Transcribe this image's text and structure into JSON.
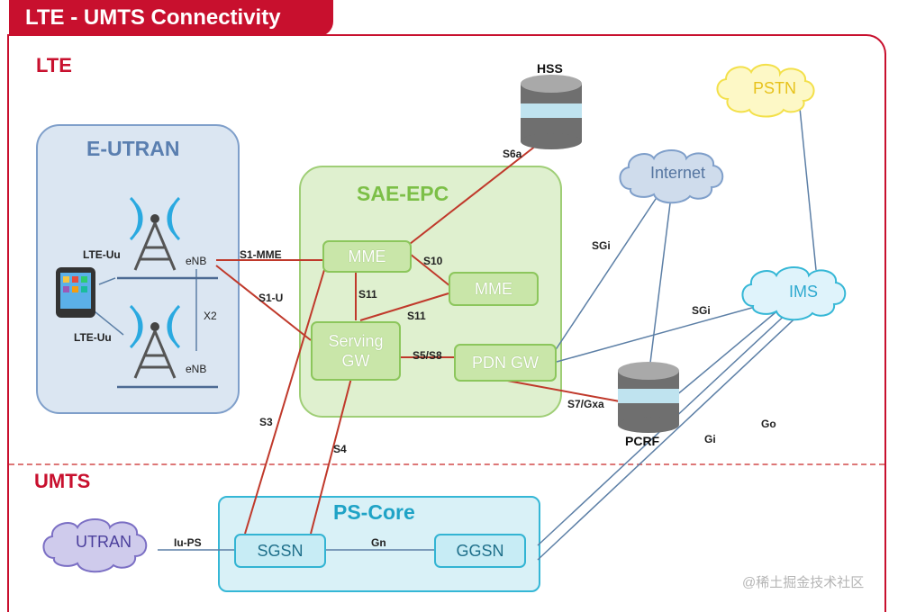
{
  "title": "LTE - UMTS Connectivity",
  "sections": {
    "lte": "LTE",
    "umts": "UMTS"
  },
  "groups": {
    "eutran": "E-UTRAN",
    "epc": "SAE-EPC",
    "pscore": "PS-Core"
  },
  "nodes": {
    "mme1": "MME",
    "mme2": "MME",
    "serving_gw": "Serving\nGW",
    "pdn_gw": "PDN GW",
    "sgsn": "SGSN",
    "ggsn": "GGSN"
  },
  "clouds": {
    "pstn": "PSTN",
    "internet": "Internet",
    "ims": "IMS",
    "utran": "UTRAN"
  },
  "databases": {
    "hss": "HSS",
    "pcrf": "PCRF"
  },
  "enb_labels": {
    "enb1": "eNB",
    "enb2": "eNB",
    "x2": "X2",
    "lte_uu1": "LTE-Uu",
    "lte_uu2": "LTE-Uu"
  },
  "interfaces": {
    "s1_mme": "S1-MME",
    "s1_u": "S1-U",
    "s6a": "S6a",
    "s10": "S10",
    "s11a": "S11",
    "s11b": "S11",
    "s5_s8": "S5/S8",
    "s7_gxa": "S7/Gxa",
    "sgi1": "SGi",
    "sgi2": "SGi",
    "s3": "S3",
    "s4": "S4",
    "iu_ps": "Iu-PS",
    "gn": "Gn",
    "gi": "Gi",
    "go": "Go"
  },
  "colors": {
    "brand_red": "#c8102e",
    "eutran_fill": "#dbe6f2",
    "epc_fill": "#dff0cf",
    "pscore_fill": "#d9f1f7",
    "link_red": "#c0392b",
    "link_blue": "#5c7fa6"
  },
  "icons": [
    "cell-tower-icon",
    "smartphone-icon",
    "database-icon",
    "cloud-icon"
  ],
  "watermark": "@稀土掘金技术社区"
}
